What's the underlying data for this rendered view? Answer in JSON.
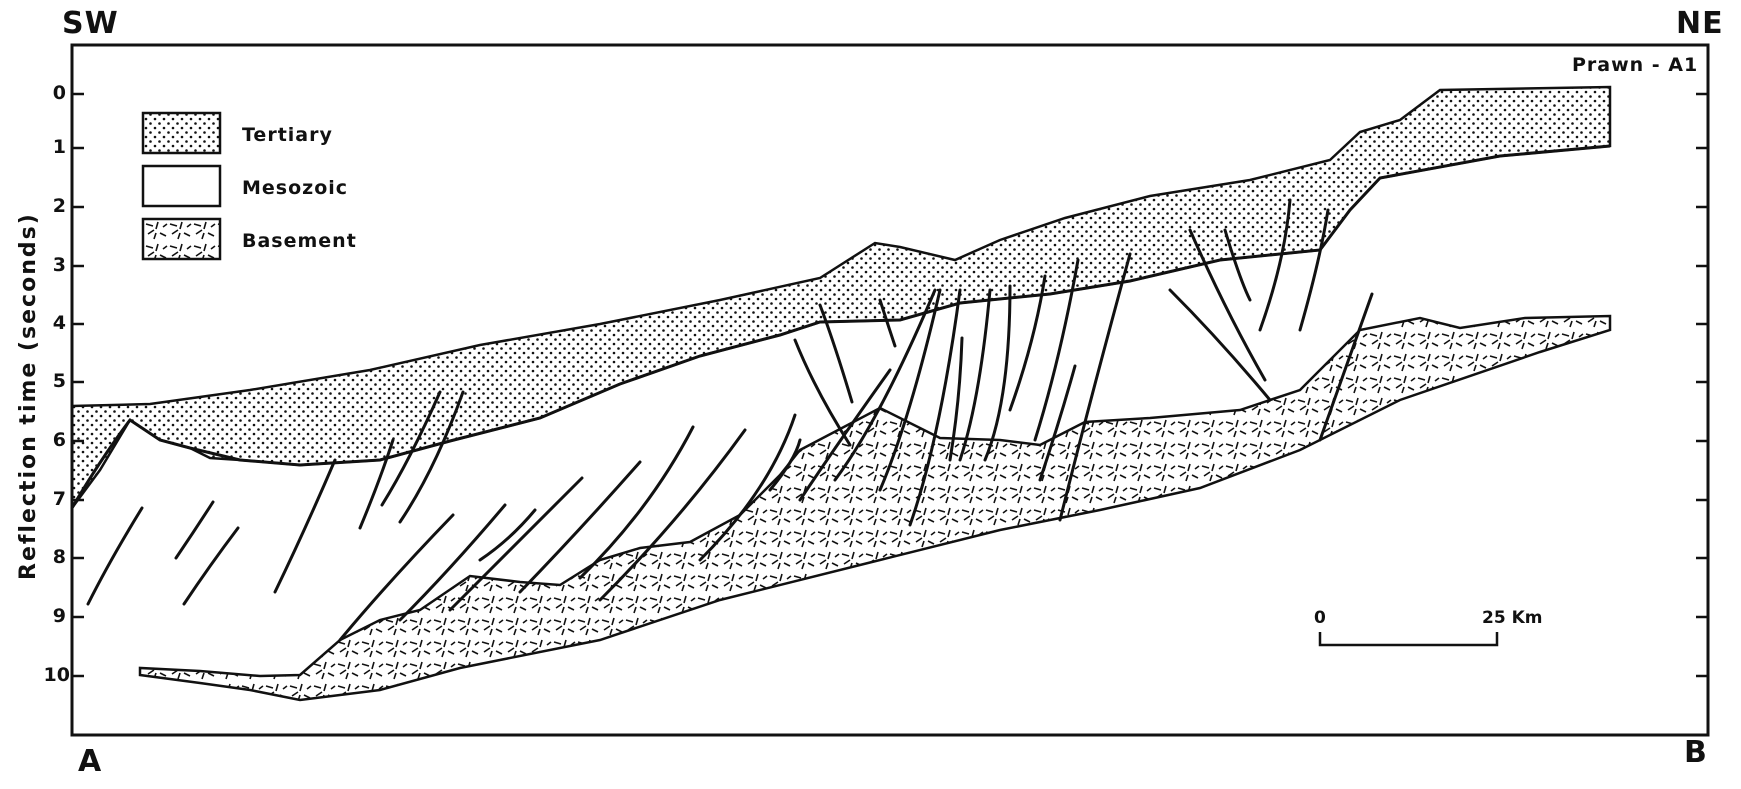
{
  "orientation": {
    "left": "SW",
    "right": "NE"
  },
  "section_ends": {
    "start": "A",
    "end": "B"
  },
  "well": "Prawn - A1",
  "y_axis": {
    "label": "Reflection time (seconds)",
    "ticks": [
      "0",
      "1",
      "2",
      "3",
      "4",
      "5",
      "6",
      "7",
      "8",
      "9",
      "10"
    ]
  },
  "legend": [
    {
      "label": "Tertiary",
      "pattern": "dots"
    },
    {
      "label": "Mesozoic",
      "pattern": "blank"
    },
    {
      "label": "Basement",
      "pattern": "dashes"
    }
  ],
  "scale_bar": {
    "start": "0",
    "end": "25 Km"
  },
  "colors": {
    "ink": "#111111",
    "paper": "#ffffff"
  }
}
